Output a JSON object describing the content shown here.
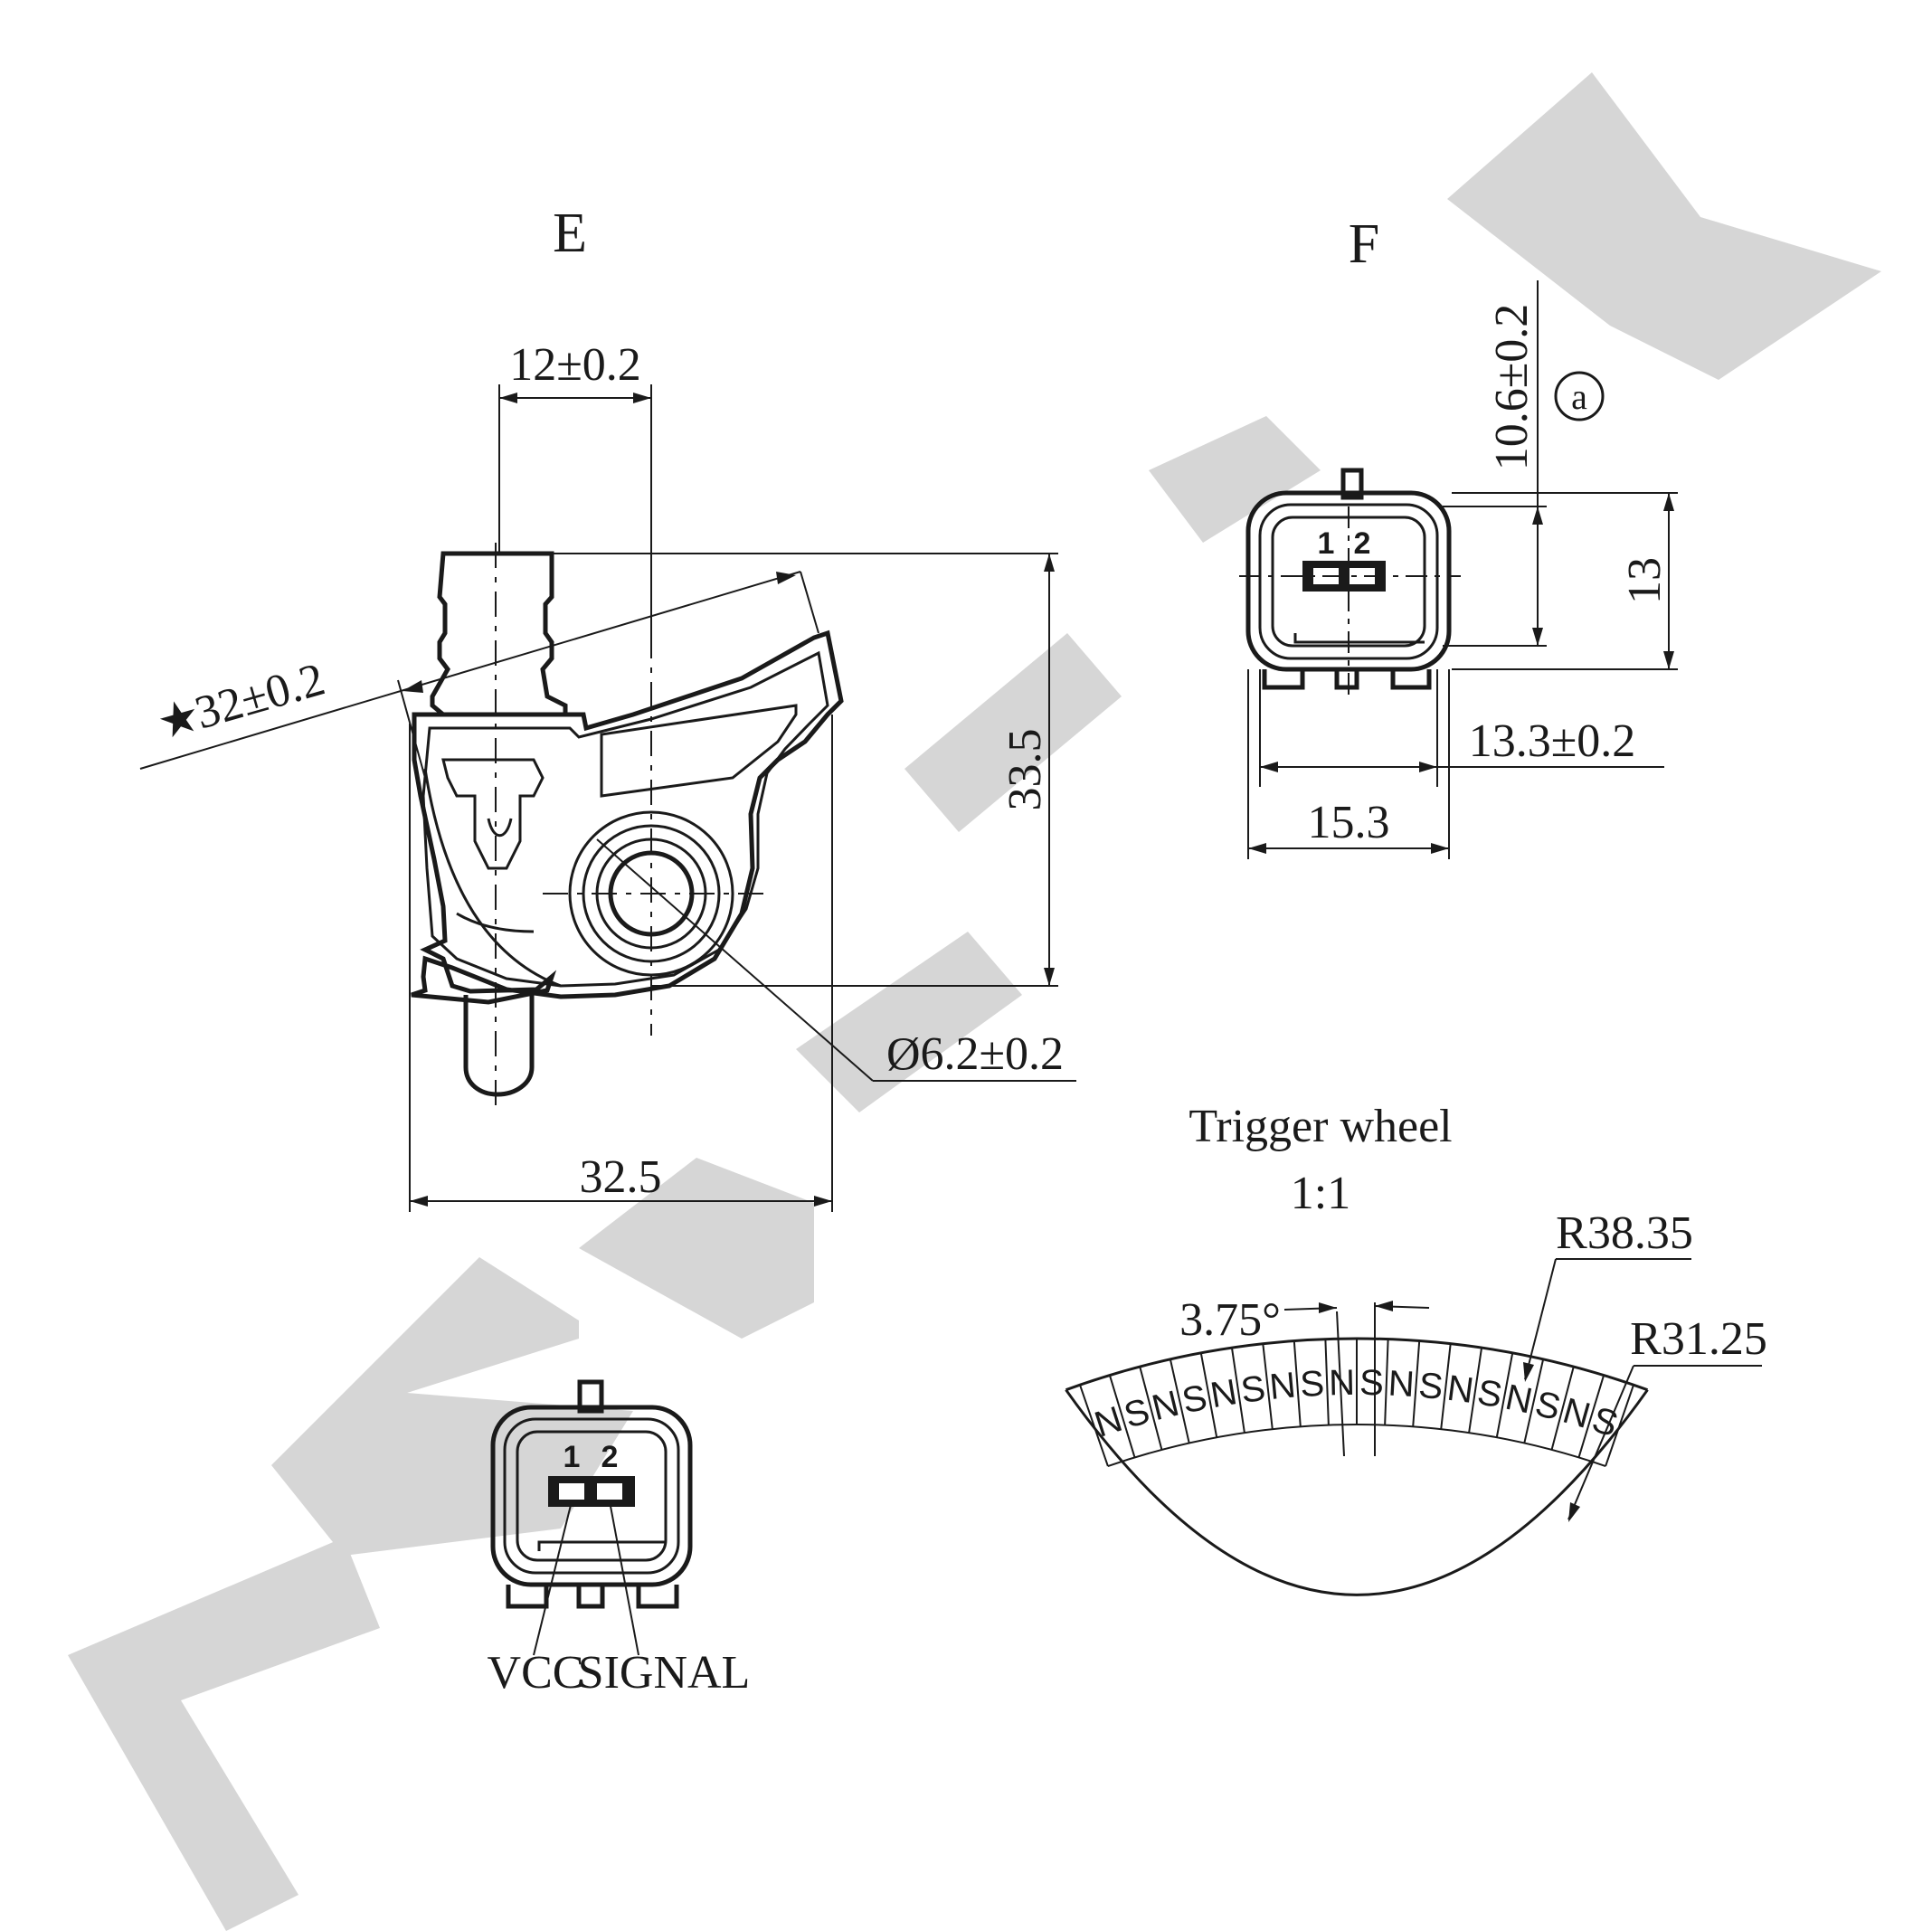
{
  "views": {
    "e_label": "E",
    "f_label": "F"
  },
  "view_e": {
    "dim_width_top": "12±0.2",
    "dim_angled": "32±0.2",
    "dim_height": "33.5",
    "dim_bore": "Ø6.2±0.2",
    "dim_width_bottom": "32.5"
  },
  "view_f": {
    "dim_vertical_a": "10.6±0.2",
    "circled_mark": "a",
    "dim_height": "13",
    "dim_inner_width": "13.3±0.2",
    "dim_outer_width": "15.3",
    "pin1": "1",
    "pin2": "2"
  },
  "connector_front": {
    "pin1": "1",
    "pin2": "2",
    "pin1_name": "VCC",
    "pin2_name": "SIGNAL"
  },
  "trigger_wheel": {
    "title": "Trigger wheel",
    "scale": "1:1",
    "outer_radius": "R38.35",
    "inner_radius": "R31.25",
    "pitch_angle": "3.75°",
    "poles": [
      "N",
      "S",
      "N",
      "S",
      "N",
      "S",
      "N",
      "S",
      "N",
      "S",
      "N",
      "S",
      "N",
      "S",
      "N",
      "S",
      "N",
      "S"
    ]
  },
  "watermark": {
    "color": "#d6d6d6"
  }
}
